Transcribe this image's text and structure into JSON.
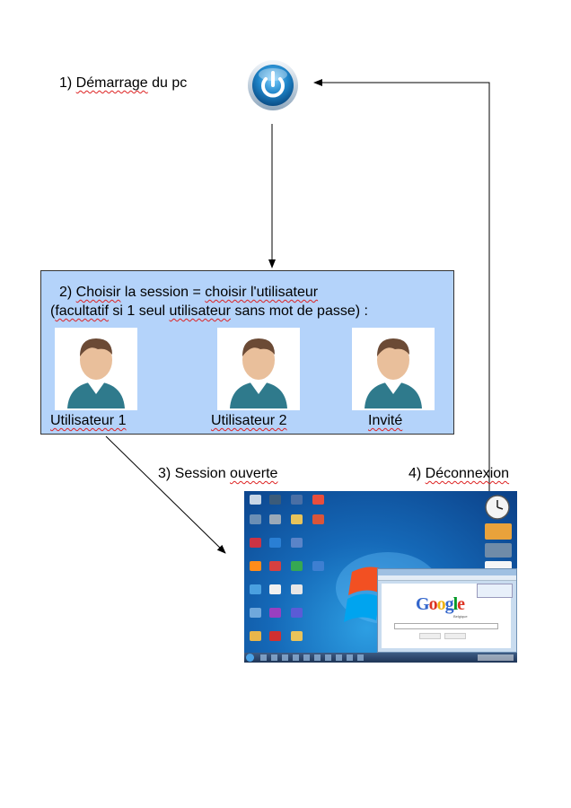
{
  "steps": {
    "step1": "1) Démarrage du pc",
    "step2_line1": "2) Choisir la session = choisir l'utilisateur",
    "step2_line2": "(facultatif si 1 seul utilisateur sans mot de passe) :",
    "step3": "3) Session ouverte",
    "step4": "4) Déconnexion"
  },
  "users": [
    {
      "label": "Utilisateur 1",
      "icon": "user-avatar-icon"
    },
    {
      "label": "Utilisateur 2",
      "icon": "user-avatar-icon"
    },
    {
      "label": "Invité",
      "icon": "user-avatar-icon"
    }
  ],
  "screenshot": {
    "google_logo": "Google",
    "google_sub": "Belgique"
  },
  "colors": {
    "session_box": "#b4d3fa",
    "power_button": "#1e84c8",
    "avatar_shirt": "#2f7a8c",
    "arrow": "#000000",
    "spellcheck_underline": "#dd2222"
  }
}
